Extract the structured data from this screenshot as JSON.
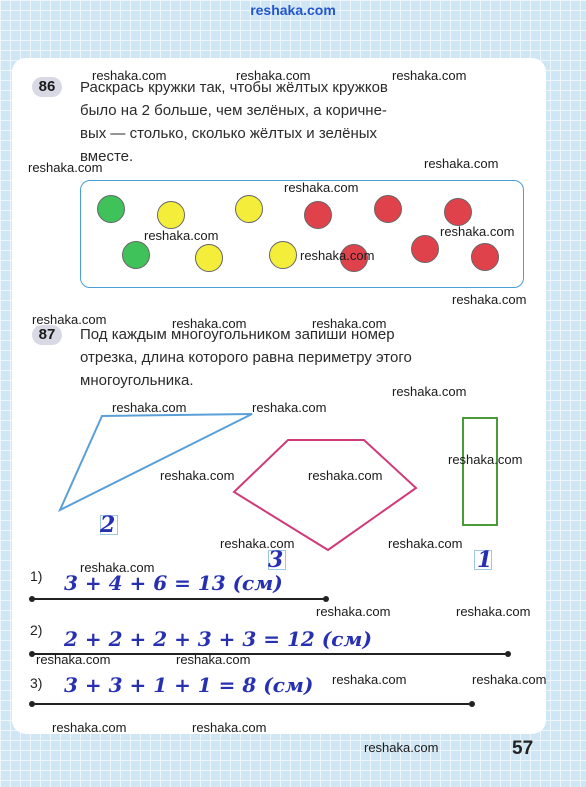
{
  "header": {
    "site": "reshaka.com"
  },
  "watermark": "reshaka.com",
  "task86": {
    "number": "86",
    "lines": [
      "Раскрась кружки так, чтобы жёлтых кружков",
      "было на 2 больше, чем зелёных, а коричне-",
      "вых — столько, сколько жёлтых и зелёных",
      "вместе."
    ],
    "colors": {
      "green": "#3fc25a",
      "yellow": "#f4ee3a",
      "red": "#e0424c"
    },
    "circles": [
      "green",
      "yellow",
      "yellow",
      "red",
      "red",
      "red",
      "green",
      "yellow",
      "yellow",
      "red",
      "red",
      "red"
    ]
  },
  "task87": {
    "number": "87",
    "lines": [
      "Под каждым многоугольником запиши номер",
      "отрезка, длина которого равна периметру этого",
      "многоугольника."
    ],
    "shape_answers": {
      "triangle": "2",
      "hexagon": "3",
      "rectangle": "1"
    },
    "rows": [
      {
        "label": "1)",
        "equation": "3 + 4 + 6 = 13 (см)"
      },
      {
        "label": "2)",
        "equation": "2 + 2 + 2 + 3 + 3 = 12 (см)"
      },
      {
        "label": "3)",
        "equation": "3 + 3 + 1 + 1 = 8 (см)"
      }
    ]
  },
  "page_number": "57"
}
